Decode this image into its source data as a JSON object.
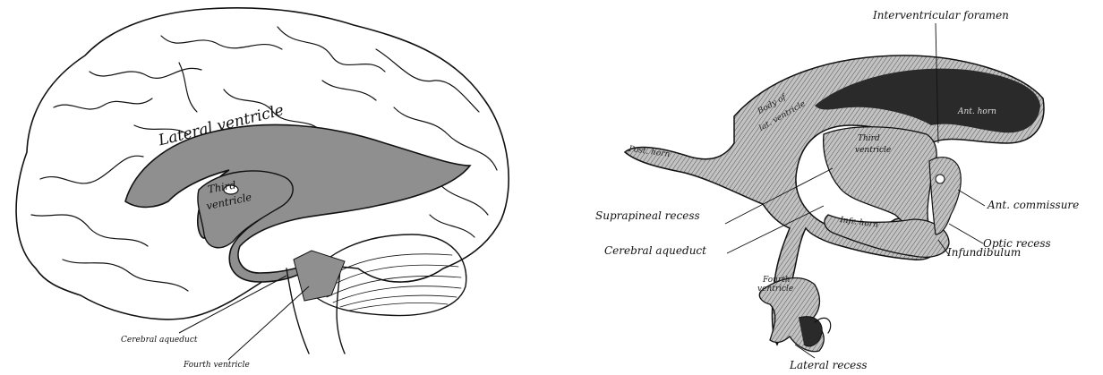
{
  "left_figure": {
    "labels": {
      "lateral_ventricle": "Lateral ventricle",
      "third_ventricle_line1": "Third",
      "third_ventricle_line2": "ventricle",
      "cerebral_aqueduct": "Cerebral aqueduct",
      "fourth_ventricle": "Fourth ventricle"
    },
    "colors": {
      "ventricle_fill": "#8f8f8f",
      "line": "#111111"
    }
  },
  "right_figure": {
    "labels": {
      "interventricular_foramen": "Interventricular foramen",
      "body_lat_ventricle_line1": "Body of",
      "body_lat_ventricle_line2": "lat. ventricle",
      "ant_horn": "Ant. horn",
      "post_horn": "Post. horn",
      "third_ventricle_line1": "Third",
      "third_ventricle_line2": "ventricle",
      "ant_commissure": "Ant. commissure",
      "suprapineal_recess": "Suprapineal recess",
      "optic_recess": "Optic recess",
      "infr_horn": "Infr. horn",
      "cerebral_aqueduct": "Cerebral aqueduct",
      "infundibulum": "Infundibulum",
      "fourth_ventricle_line1": "Fourth",
      "fourth_ventricle_line2": "ventricle",
      "lateral_recess": "Lateral recess"
    },
    "colors": {
      "cast_fill": "#b3b3b3",
      "dark_fill": "#2a2a2a"
    }
  }
}
